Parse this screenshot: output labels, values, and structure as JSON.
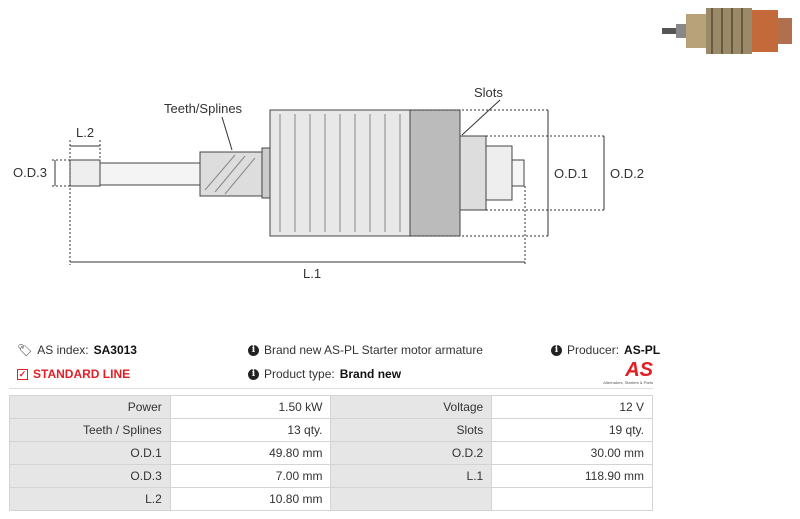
{
  "diagram": {
    "labels": {
      "teeth": "Teeth/Splines",
      "slots": "Slots",
      "l2": "L.2",
      "od3": "O.D.3",
      "od1": "O.D.1",
      "od2": "O.D.2",
      "l1": "L.1"
    }
  },
  "info": {
    "index_label": "AS index:",
    "index_value": "SA3013",
    "description": "Brand new AS-PL Starter motor armature",
    "producer_label": "Producer:",
    "producer_value": "AS-PL",
    "line": "STANDARD LINE",
    "type_label": "Product type:",
    "type_value": "Brand new",
    "logo_text": "AS",
    "logo_tagline": "Alternators, Starters & Parts",
    "accent": "#e31e24"
  },
  "specs": [
    [
      "Power",
      "1.50 kW",
      "Voltage",
      "12 V"
    ],
    [
      "Teeth / Splines",
      "13 qty.",
      "Slots",
      "19 qty."
    ],
    [
      "O.D.1",
      "49.80 mm",
      "O.D.2",
      "30.00 mm"
    ],
    [
      "O.D.3",
      "7.00 mm",
      "L.1",
      "118.90 mm"
    ],
    [
      "L.2",
      "10.80 mm",
      "",
      ""
    ]
  ]
}
